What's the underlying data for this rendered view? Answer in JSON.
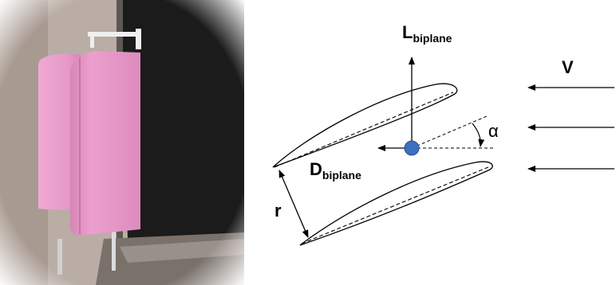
{
  "photo": {
    "colors": {
      "foam": "#e79ac8",
      "foam_shadow": "#c9709f",
      "background_dark": "#1b1b1b",
      "wall": "#b7aba3",
      "frame": "#6e6864"
    }
  },
  "diagram": {
    "lift_label": {
      "main": "L",
      "sub": "biplane"
    },
    "drag_label": {
      "main": "D",
      "sub": "biplane"
    },
    "gap_label": "r",
    "angle_label": "α",
    "velocity_label": "V",
    "colors": {
      "pivot": "#3f6fbf",
      "ink": "#000000"
    }
  }
}
